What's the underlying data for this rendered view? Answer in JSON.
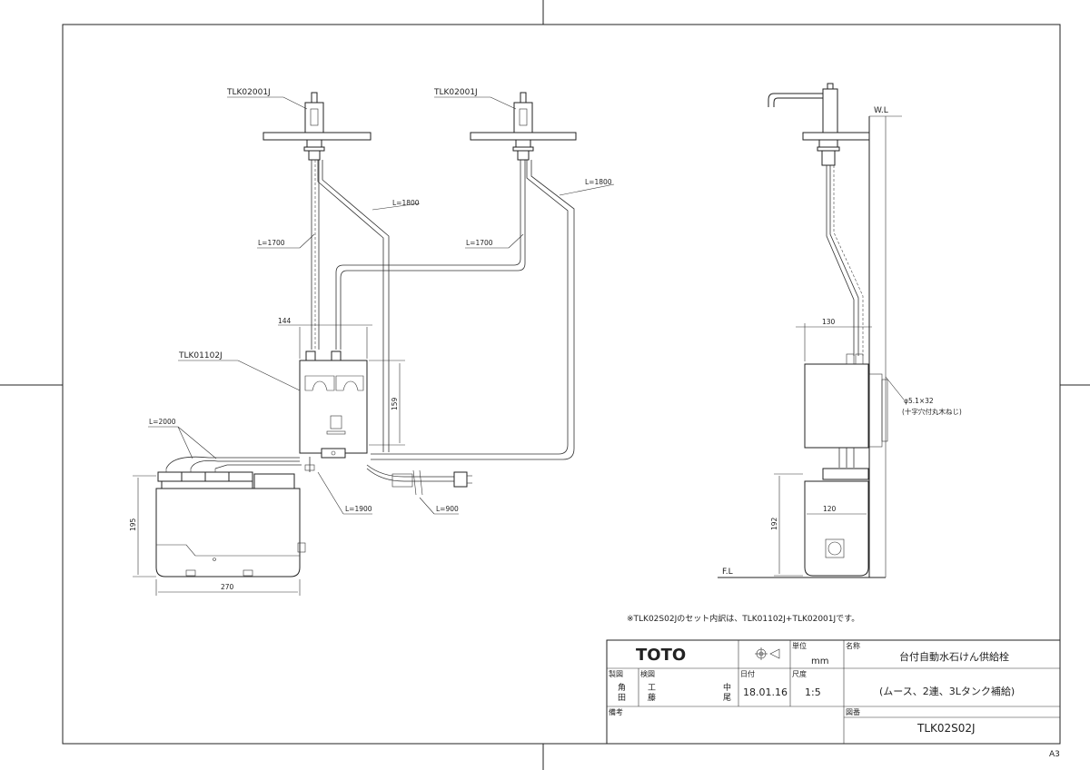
{
  "labels": {
    "faucet_left": "TLK02001J",
    "faucet_right": "TLK02001J",
    "control_unit": "TLK01102J",
    "hose_l1700_left": "L=1700",
    "hose_l1800_left": "L=1800",
    "hose_l1700_right": "L=1700",
    "hose_l1800_right": "L=1800",
    "hose_l2000": "L=2000",
    "hose_l1900": "L=1900",
    "hose_l900": "L=900",
    "dim_144": "144",
    "dim_159": "159",
    "dim_195": "195",
    "dim_270": "270",
    "dim_130": "130",
    "dim_120": "120",
    "dim_192": "192",
    "screw_spec": "φ5.1×32",
    "screw_type": "(十字穴付丸木ねじ)",
    "wl": "W.L",
    "fl": "F.L",
    "note": "※TLK02S02Jのセット内訳は、TLK01102J+TLK02001Jです。",
    "paper_size": "A3"
  },
  "title_block": {
    "brand": "TOTO",
    "unit_label": "単位",
    "unit_value": "mm",
    "name_label": "名称",
    "product_name": "台付自動水石けん供給栓",
    "product_sub": "(ムース、2連、3Lタンク補給)",
    "drawn_label": "製図",
    "drawn_names": "角\n田",
    "checked_label": "検図",
    "checked_name1": "工\n藤",
    "checked_name2": "中\n尾",
    "date_label": "日付",
    "date_value": "18.01.16",
    "scale_label": "尺度",
    "scale_value": "1:5",
    "remarks_label": "備考",
    "drawing_no_label": "図番",
    "drawing_no": "TLK02S02J"
  }
}
